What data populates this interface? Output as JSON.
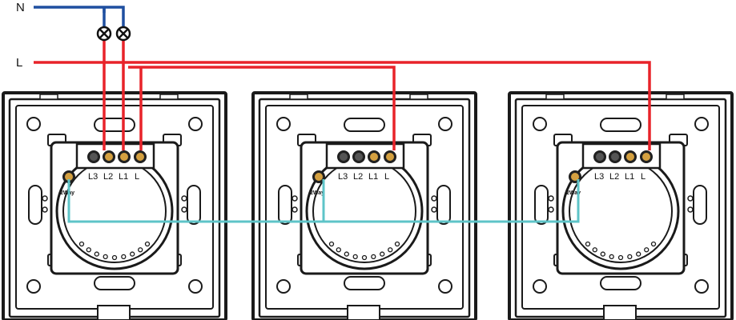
{
  "wires": {
    "neutral_label": "N",
    "live_label": "L",
    "neutral_color": "#1f4fa0",
    "live_color": "#e8232a",
    "traveler_color": "#5ec4c8"
  },
  "switches": [
    {
      "terminals": [
        "L3",
        "L2",
        "L1",
        "L"
      ],
      "way_label": "2Way"
    },
    {
      "terminals": [
        "L3",
        "L2",
        "L1",
        "L"
      ],
      "way_label": "2Way"
    },
    {
      "terminals": [
        "L3",
        "L2",
        "L1",
        "L"
      ],
      "way_label": "2Way"
    }
  ],
  "lamps": [
    {
      "icon": "lamp-icon"
    },
    {
      "icon": "lamp-icon"
    }
  ]
}
